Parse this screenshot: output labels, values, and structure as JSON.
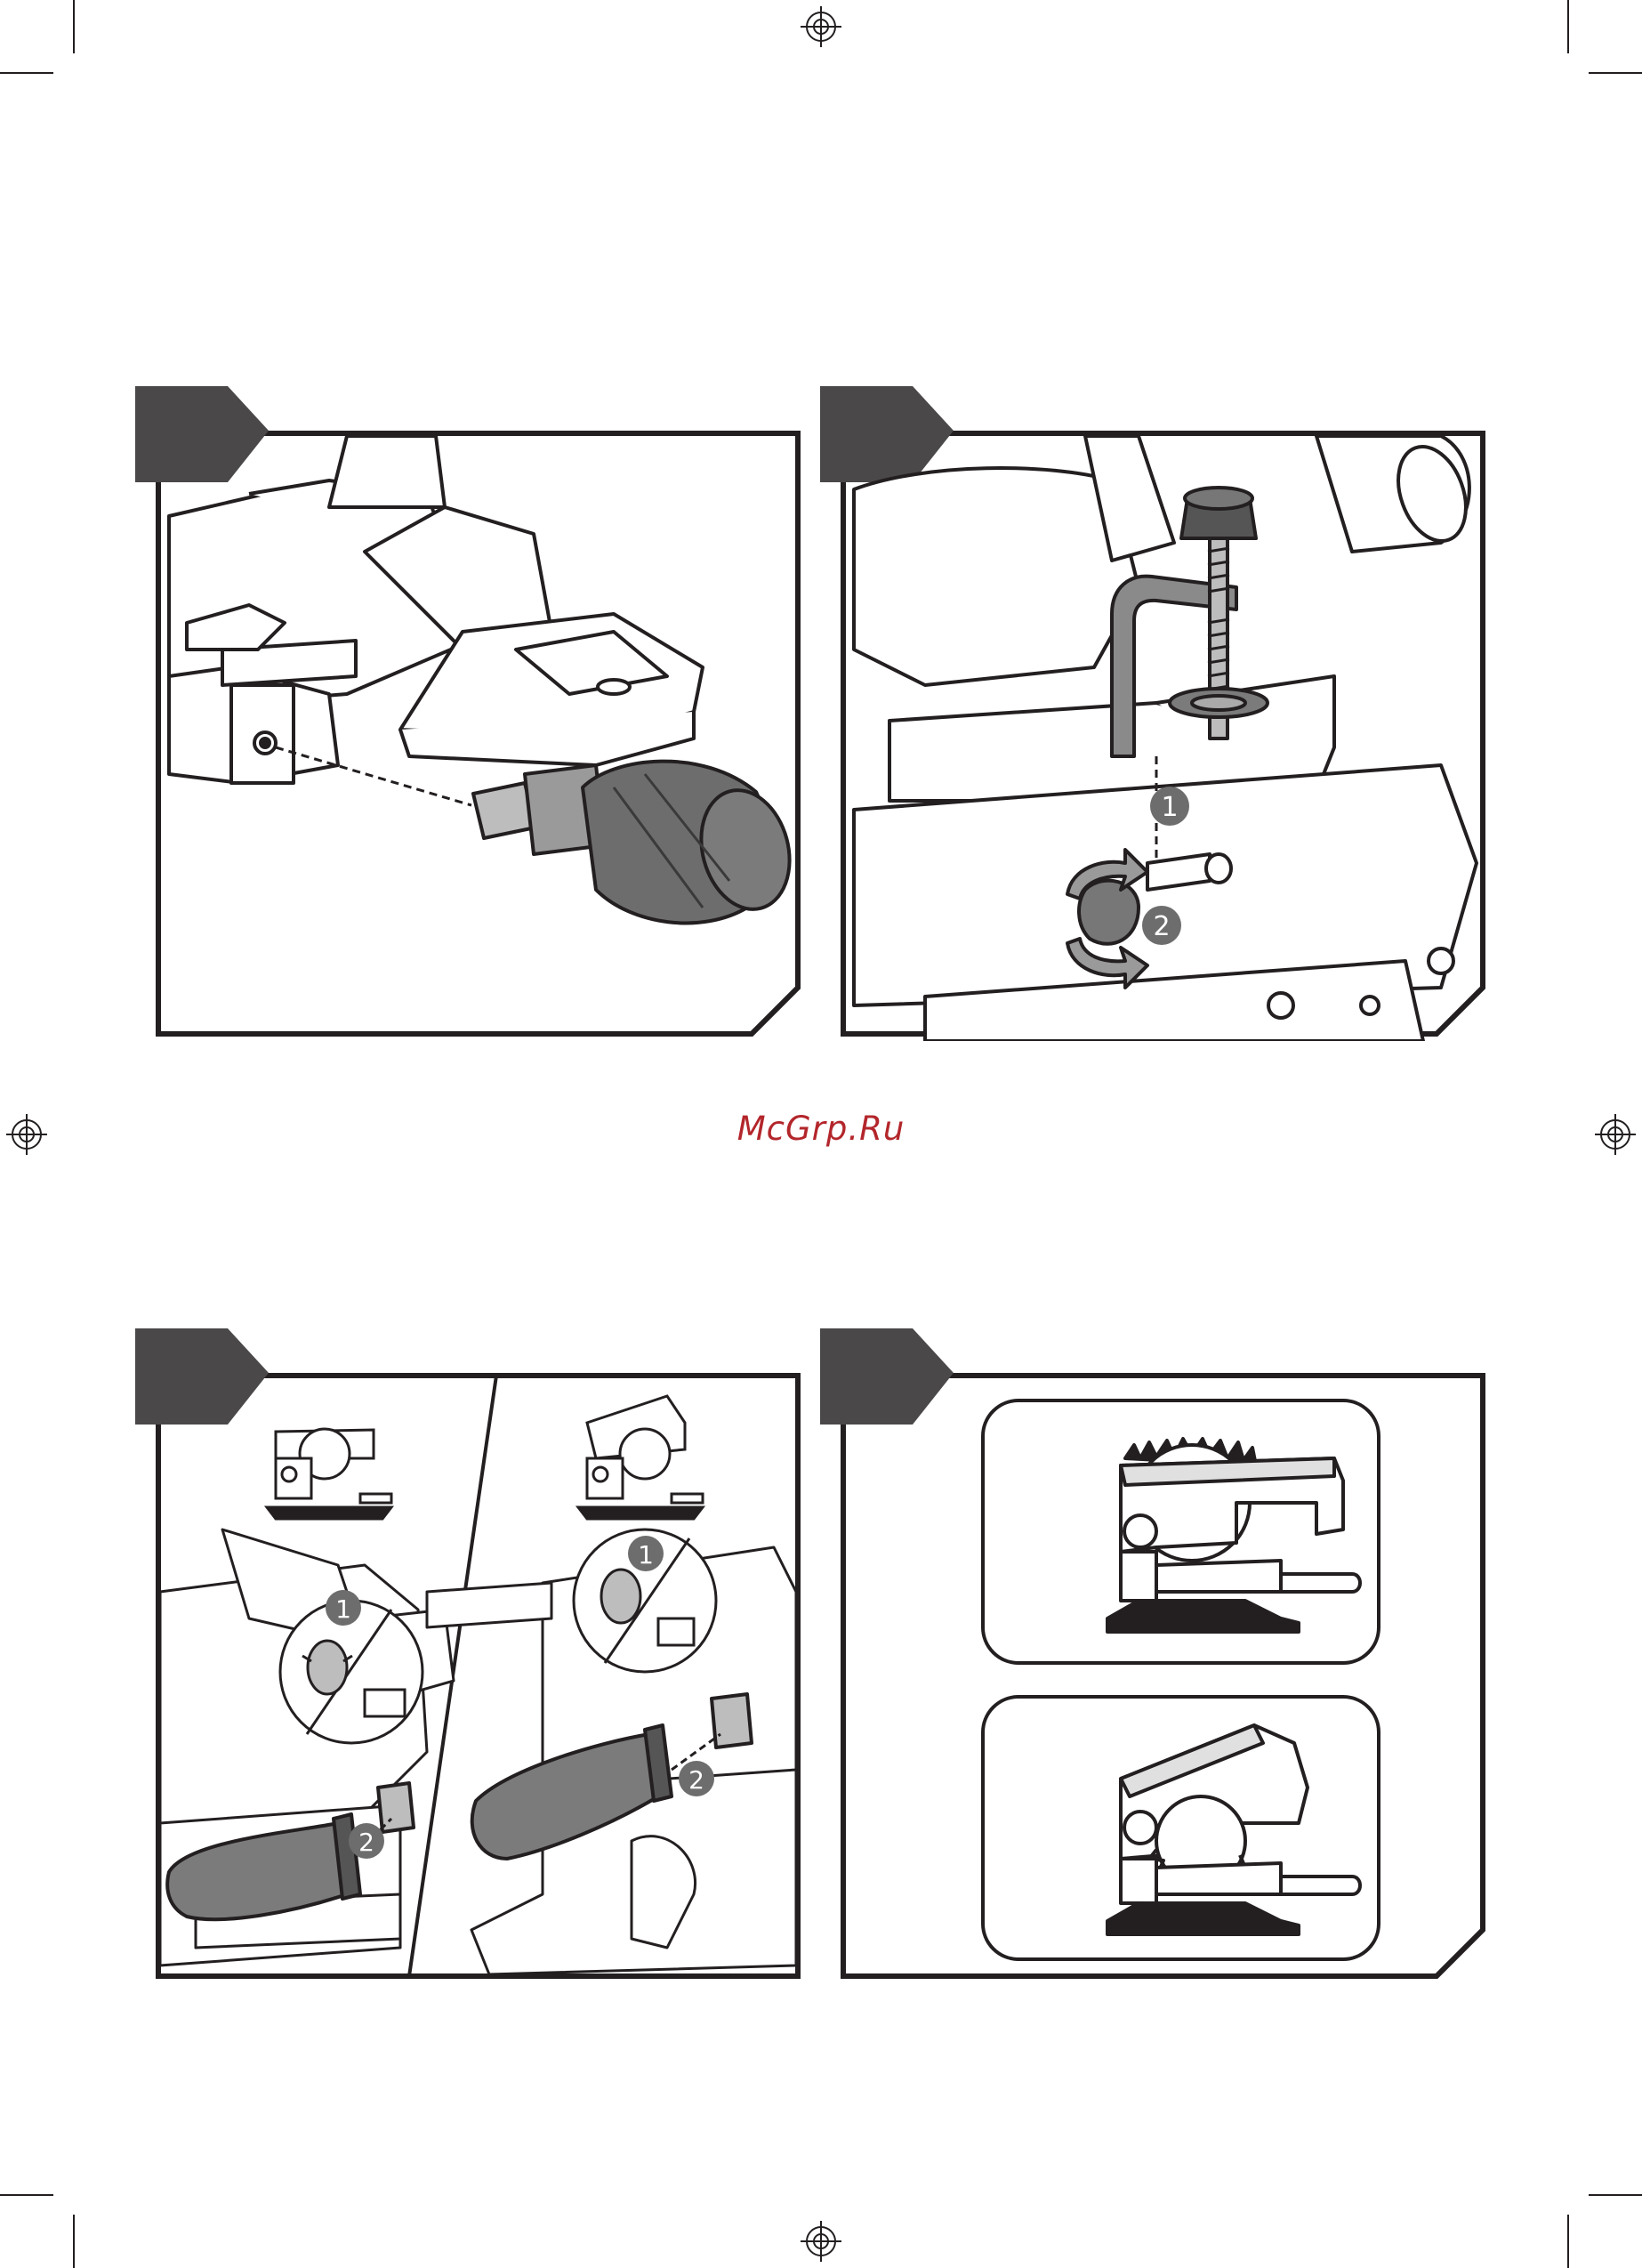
{
  "watermark": {
    "text": "McGrp.Ru",
    "color": "#b3262b"
  },
  "colors": {
    "line": "#231f20",
    "tab": "#4a4849",
    "shade": "#7b7b7b",
    "light": "#d9d9d9"
  },
  "panels": [
    {
      "id": "top-left",
      "callouts": []
    },
    {
      "id": "top-right",
      "callouts": [
        "1",
        "2"
      ]
    },
    {
      "id": "bottom-left",
      "callouts": [
        "1",
        "2",
        "1",
        "2"
      ]
    },
    {
      "id": "bottom-right",
      "callouts": []
    }
  ]
}
